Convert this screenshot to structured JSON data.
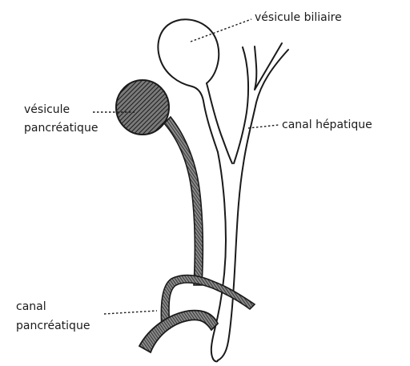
{
  "labels": {
    "vesicule_biliaire": "vésicule biliaire",
    "vesicule_pancreatique_line1": "vésicule",
    "vesicule_pancreatique_line2": "pancréatique",
    "canal_hepatique": "canal hépatique",
    "canal_pancreatique_line1": "canal",
    "canal_pancreatique_line2": "pancréatique"
  },
  "colors": {
    "ink": "#1a1a1a",
    "shading": "#555555",
    "background": "#ffffff"
  }
}
